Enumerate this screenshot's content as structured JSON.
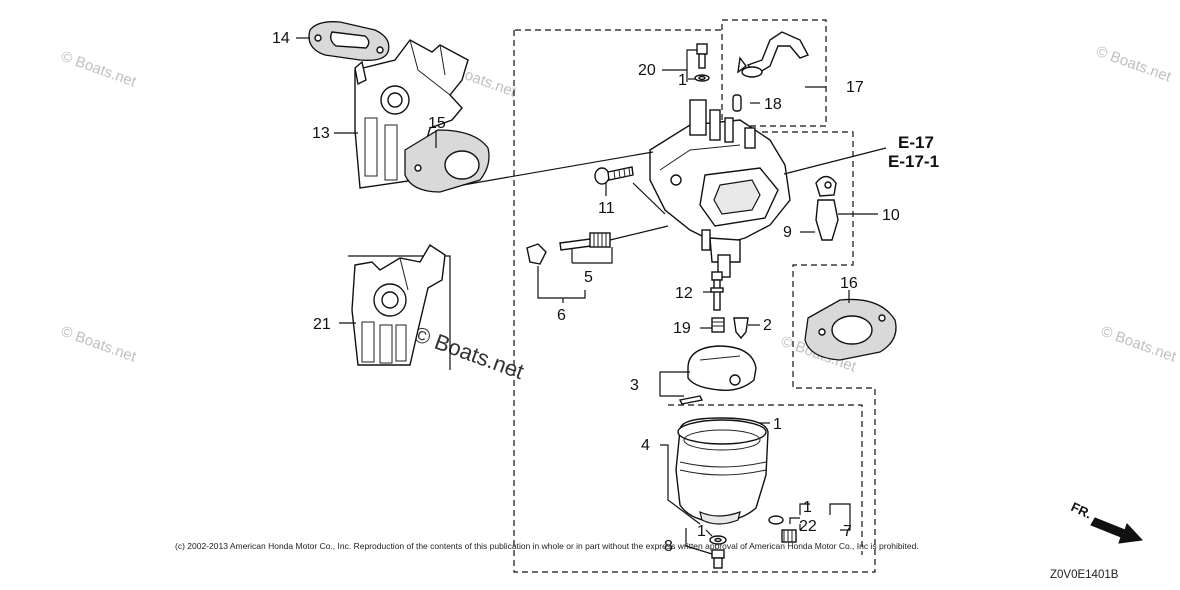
{
  "callouts": {
    "c1_top": "1",
    "c1_bowl": "1",
    "c1_right": "1",
    "c1_bottom": "1",
    "c2": "2",
    "c3": "3",
    "c4": "4",
    "c5": "5",
    "c6": "6",
    "c7": "7",
    "c8": "8",
    "c9": "9",
    "c10": "10",
    "c11": "11",
    "c12": "12",
    "c13": "13",
    "c14": "14",
    "c15": "15",
    "c16": "16",
    "c17": "17",
    "c18": "18",
    "c19": "19",
    "c20": "20",
    "c21": "21",
    "c22": "22"
  },
  "references": {
    "e17": "E-17",
    "e17_1": "E-17-1"
  },
  "watermarks": {
    "tl": "© Boats.net",
    "tm": "© Boats.net",
    "tr": "© Boats.net",
    "ml": "© Boats.net",
    "mid": "© Boats.net",
    "mr": "© Boats.net",
    "center_big": "© Boats.net"
  },
  "copyright": "(c) 2002-2013 American Honda Motor Co., Inc. Reproduction of the contents of this publication in whole or in part without the express written approval of American Honda Motor Co., Inc is prohibited.",
  "front_label": "FR.",
  "diagram_code": "Z0V0E1401B"
}
